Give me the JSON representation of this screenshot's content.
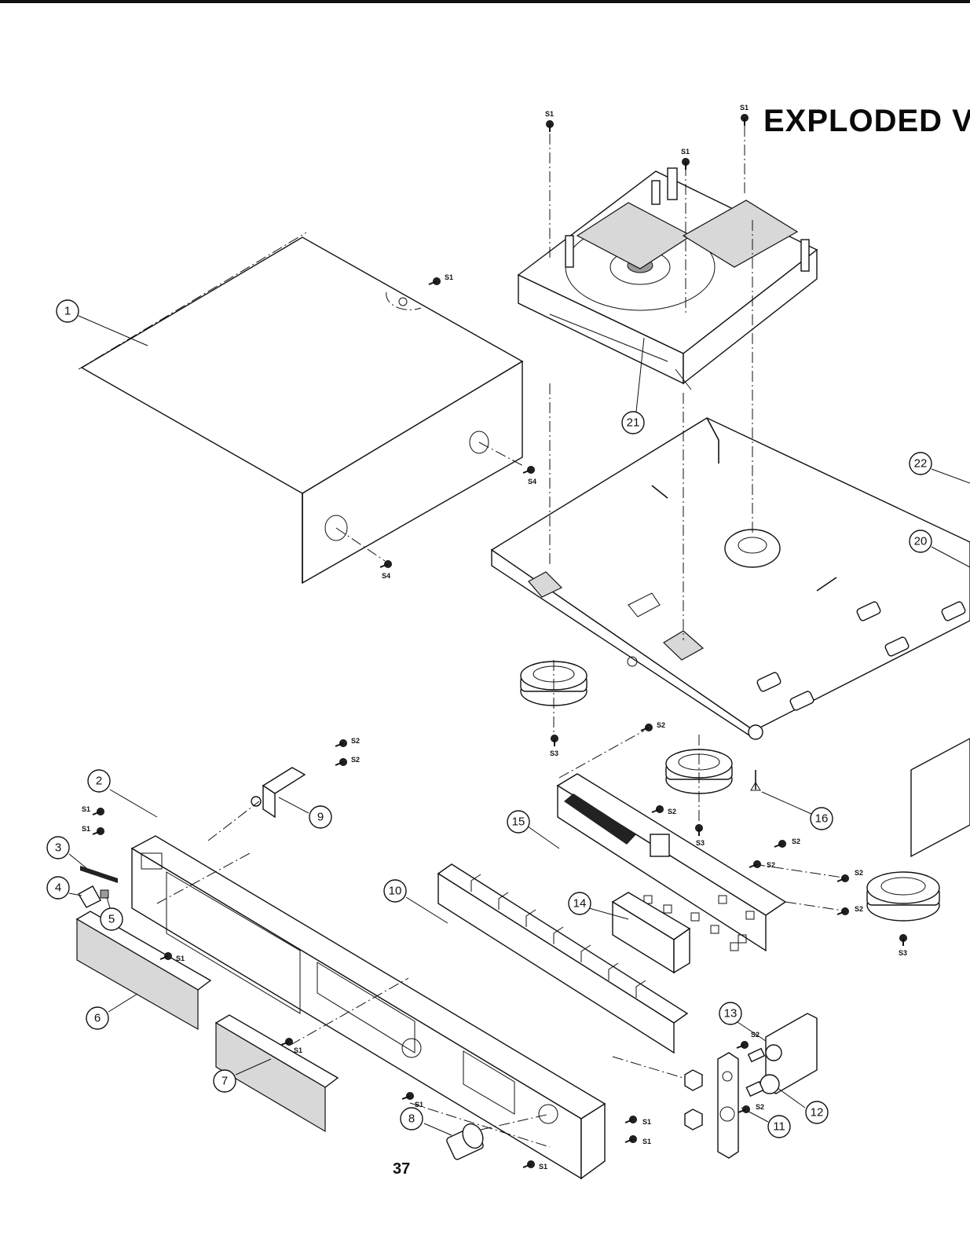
{
  "title": "EXPLODED V",
  "page_number": "37",
  "callouts": [
    {
      "label": "1"
    },
    {
      "label": "2"
    },
    {
      "label": "3"
    },
    {
      "label": "4"
    },
    {
      "label": "5"
    },
    {
      "label": "6"
    },
    {
      "label": "7"
    },
    {
      "label": "8"
    },
    {
      "label": "9"
    },
    {
      "label": "10"
    },
    {
      "label": "11"
    },
    {
      "label": "12"
    },
    {
      "label": "13"
    },
    {
      "label": "14"
    },
    {
      "label": "15"
    },
    {
      "label": "16"
    },
    {
      "label": "20"
    },
    {
      "label": "21"
    },
    {
      "label": "22"
    }
  ],
  "screw_labels": {
    "s1": "S1",
    "s2": "S2",
    "s3": "S3",
    "s4": "S4"
  }
}
